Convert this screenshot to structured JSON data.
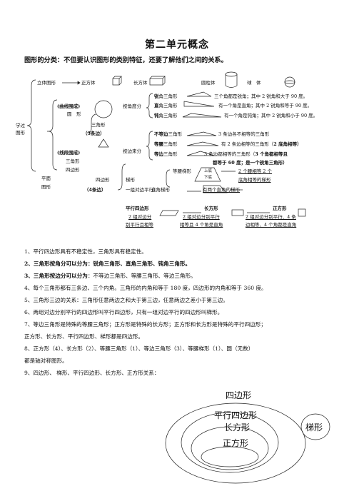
{
  "title": "第二单元概念",
  "subtitle": "图形的分类：不但要认识图形的类别特征，还要了解他们之间的关系。",
  "diagram": {
    "root": "学过",
    "root2": "图形",
    "solid": "立体图形",
    "cube": "正方体",
    "cuboid": "长方体",
    "cylinder": "圆柱体",
    "sphere": "球　体",
    "curved": "(曲线围成)",
    "circle": "圆　形",
    "by_angle": "按角度分",
    "acute_b": "锐",
    "acute_r": "角三角形",
    "acute_d": "三个角都是锐角；其中 2 锐角和大于 90 度。",
    "right_b": "直",
    "right_r": "角三角形",
    "right_d": "有一个角是直角；其中 2 锐角和等于 90 度。",
    "obtuse_b": "钝",
    "obtuse_r": "角三角形",
    "obtuse_d": "有一个角是钝角；其中 2 锐角和小于 90 度。",
    "triangle": "三角形",
    "three_sides": "（3条边）",
    "by_side": "按边来分",
    "scalene_b": "不等边",
    "scalene_r": "三角形",
    "scalene_d": "3 条边各不相等的三角形",
    "isosceles_b": "等腰",
    "isosceles_r": "三角形",
    "isosceles_d": "有 2 条边相等的三角形（",
    "isosceles_d2": "2 底角相等）",
    "equilateral_b": "等边",
    "equilateral_r": "三角形",
    "equilateral_d": "3 条边都相等的三角形（",
    "equilateral_d2": "3 个角都相等且",
    "equilateral_d3": "都等于 60 度；是一个锐角三角形）",
    "straight": "(线段围成)",
    "tri2": "三角形",
    "quad": "四边形",
    "plane": "平面",
    "plane2": "图形",
    "quad2": "四边形",
    "four_sides": "（4条边）",
    "trapezoid": "梯形",
    "one_pair": "一组对边平行）",
    "iso_trap": "等腰梯形",
    "upper": "上底",
    "lower": "下底",
    "iso_trap_d": "2 个腰相等 2 个",
    "iso_trap_d2": "底角相等的梯形",
    "right_trap": "直角梯形",
    "right_trap_d": "有两个直角的梯形",
    "para": "平行四边形",
    "rect": "长方形",
    "square": "正方形",
    "para_d": "2 组对边分",
    "para_d2": "别平行且相等",
    "rect_d": "2 组对边分别平行",
    "rect_d2": "相等且 4 个角是直角",
    "square_d": "2 组对边分别平行、4 条",
    "square_d2": "边相等、4 个角都是直角"
  },
  "items": [
    "1、平行四边形具有不稳定性，三角形具有稳定性。",
    "2、三角形按角分可以分为：锐角三角形、直角三角形、钝角三角形。",
    "3、三角形按边分可以分为：不等边三角形、等腰三角形、等边三角形。",
    "4、每个三角形都有三条边、三个内角。三角形的内角和等于 180 度，四边形的内角和等于 360 度。",
    "5、三角形三边的关系：三角形任意两边之和大于第三边，任意两边之差小于第三边。",
    "6、两组对边分别平行的四边形叫平行四边形，只有一组对边平行的四边形叫梯形。",
    "7、等边三角形是特殊的等腰三角形；正方形是特殊的长方形；正方形和长方形是特殊的平行四边形；",
    "正方形、长方形、平行四边形、梯形都是四边形。",
    "8、正方形（4）、长方形（2）、等腰三角形（1）、等边三角形（3）、等腰梯形（1）、圆（无数）",
    "都是轴对称图形。",
    "9、四边形、 梯形、平行四边形、长方形、正方形关系："
  ],
  "venn": {
    "quad": "四边形",
    "para": "平行四边形",
    "rect": "长方形",
    "square": "正方形",
    "trap": "梯形"
  }
}
